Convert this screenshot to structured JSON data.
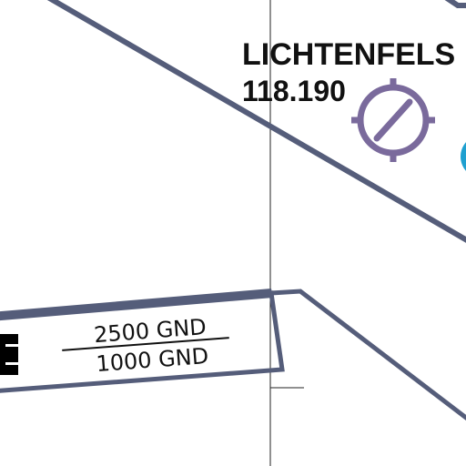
{
  "map": {
    "colors": {
      "airspace_boundary": "#555d7a",
      "airport_symbol": "#7a6a9c",
      "cyan_symbol": "#1fa0d0",
      "grid_line": "#222222",
      "text": "#111111"
    },
    "airport": {
      "name": "LICHTENFELS",
      "frequency": "118.190",
      "symbol_icon": "airfield-no-runway-icon"
    },
    "airspace": {
      "upper_limit": "2500 GND",
      "lower_limit": "1000 GND"
    }
  }
}
